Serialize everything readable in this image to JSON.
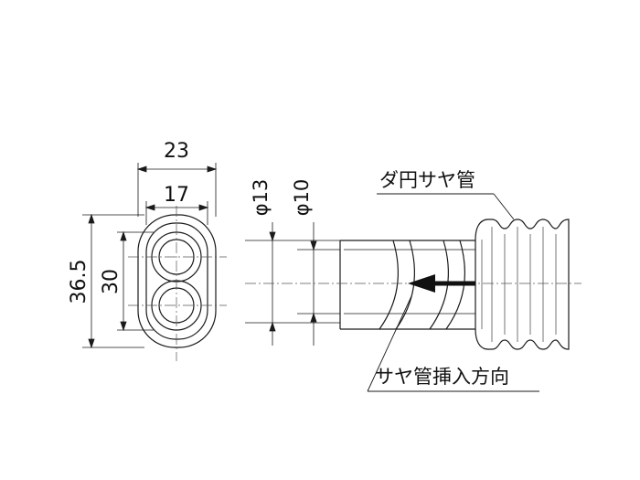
{
  "dimensions": {
    "outer_width": "23",
    "inner_width": "17",
    "outer_height": "36.5",
    "inner_height": "30",
    "outer_diameter": "φ13",
    "inner_diameter": "φ10"
  },
  "labels": {
    "conduit": "ダ円サヤ管",
    "insertion_direction": "サヤ管挿入方向"
  },
  "colors": {
    "line": "#1a1a1a",
    "center_line": "#555555"
  }
}
